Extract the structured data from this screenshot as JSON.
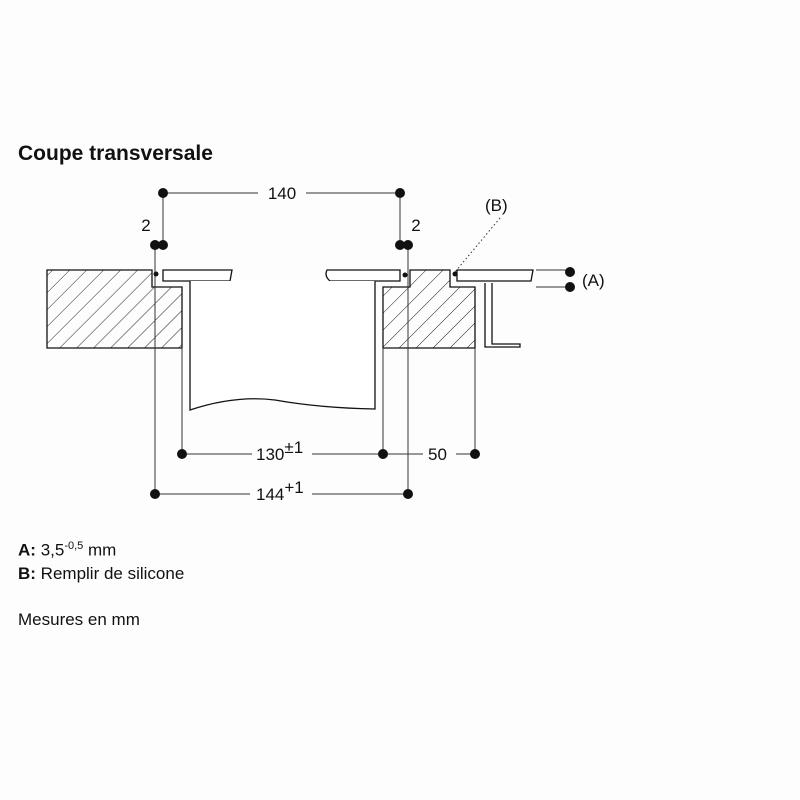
{
  "title": "Coupe transversale",
  "dimensions": {
    "top_width": "140",
    "left_gap": "2",
    "right_gap": "2",
    "cutout": "130",
    "cutout_tol": "±1",
    "back_distance": "50",
    "overall": "144",
    "overall_tol": "+1",
    "label_a": "(A)",
    "label_b": "(B)"
  },
  "legend": {
    "a_key": "A:",
    "a_value": "3,5",
    "a_tol": "-0,5",
    "a_unit": " mm",
    "b_key": "B:",
    "b_value": " Remplir de silicone",
    "note": "Mesures en mm"
  }
}
